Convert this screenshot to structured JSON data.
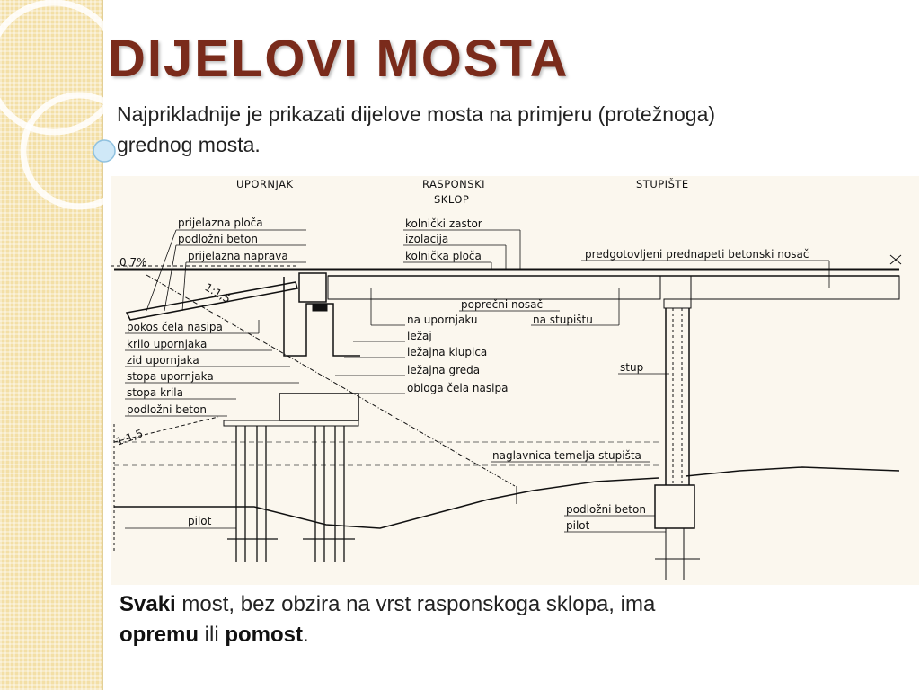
{
  "title": "DIJELOVI MOSTA",
  "subtitle": "Najprikladnije je prikazati dijelove mosta na primjeru (protežnoga) grednog mosta.",
  "diagram": {
    "headers": [
      "UPORNJAK",
      "RASPONSKI",
      "SKLOP",
      "STUPIŠTE"
    ],
    "slope_labels": [
      "0,7%",
      "1:1,5",
      "1:1,5"
    ],
    "labels_left": [
      "prijelazna ploča",
      "podložni beton",
      "prijelazna naprava",
      "pokos čela nasipa",
      "krilo upornjaka",
      "zid upornjaka",
      "stopa upornjaka",
      "stopa krila",
      "podložni beton",
      "pilot"
    ],
    "labels_middle": [
      "kolnički zastor",
      "izolacija",
      "kolnička ploča",
      "poprečni nosač",
      "na upornjaku",
      "na stupištu",
      "ležaj",
      "ležajna klupica",
      "ležajna greda",
      "obloga čela nasipa",
      "naglavnica temelja stupišta"
    ],
    "labels_right": [
      "predgotovljeni prednapeti betonski nosač",
      "stup",
      "podložni beton",
      "pilot"
    ]
  },
  "bottom": {
    "w1": "Svaki",
    "t1": "  most, bez obzira na vrst rasponskoga sklopa, ima",
    "w2": "opremu",
    "t2": " ili ",
    "w3": "pomost",
    "t3": "."
  }
}
